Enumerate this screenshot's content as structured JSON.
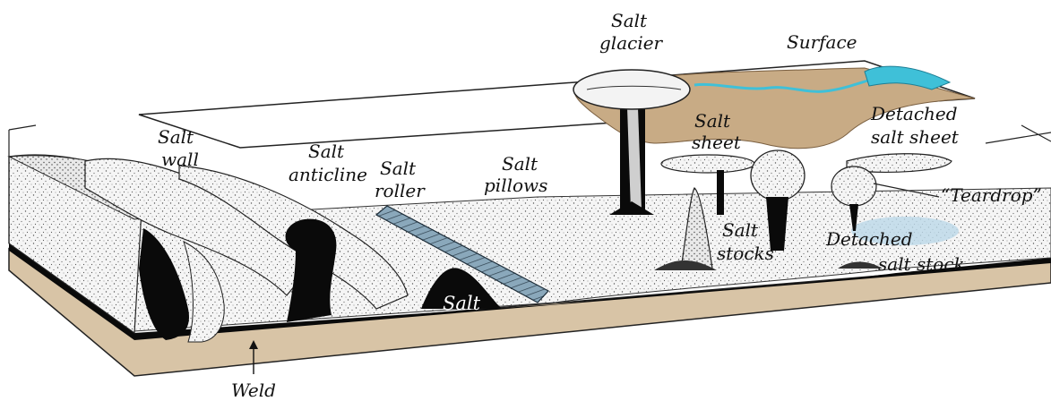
{
  "labels": {
    "salt_glacier_1": "Salt",
    "salt_glacier_2": "glacier",
    "surface": "Surface",
    "salt_sheet_1": "Salt",
    "salt_sheet_2": "sheet",
    "detached_salt_sheet_1": "Detached",
    "detached_salt_sheet_2": "salt sheet",
    "teardrop": "“Teardrop”",
    "salt_wall_1": "Salt",
    "salt_wall_2": "wall",
    "salt_anticline_1": "Salt",
    "salt_anticline_2": "anticline",
    "salt_roller_1": "Salt",
    "salt_roller_2": "roller",
    "salt_pillows_1": "Salt",
    "salt_pillows_2": "pillows",
    "salt_stocks_1": "Salt",
    "salt_stocks_2": "stocks",
    "detached_salt_stock_1": "Detached",
    "detached_salt_stock_2": "salt stock",
    "salt": "Salt",
    "weld": "Weld"
  },
  "colors": {
    "surface_tan": "#c8ab85",
    "base_tan": "#d8c4a6",
    "salt_black": "#0a0a0a",
    "sediment_white": "#f4f4f4",
    "roller_blue": "#7f9fb3",
    "water_cyan": "#3fc0d8",
    "pond_blue": "#bcd8e8"
  }
}
